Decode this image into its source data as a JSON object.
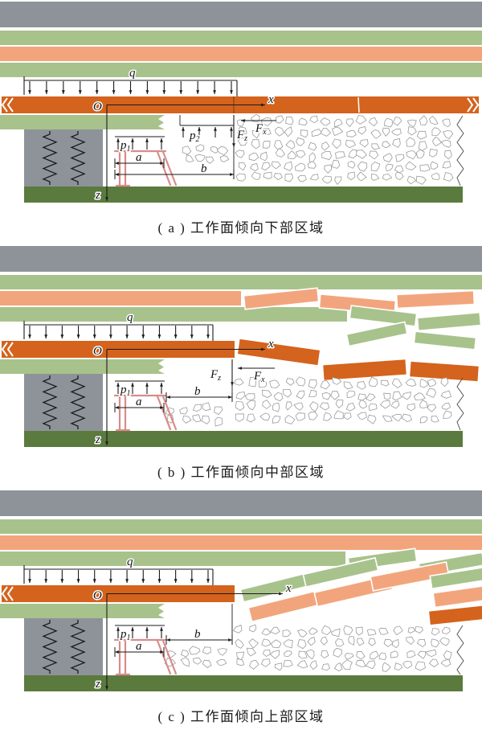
{
  "figure": {
    "type": "schematic-diagram",
    "panels": [
      {
        "key": "a",
        "caption": "( a ) 工作面倾向下部区域"
      },
      {
        "key": "b",
        "caption": "( b ) 工作面倾向中部区域"
      },
      {
        "key": "c",
        "caption": "( c ) 工作面倾向上部区域"
      }
    ],
    "labels": {
      "q": "q",
      "O": "O",
      "x": "x",
      "z": "z",
      "a": "a",
      "b": "b",
      "F": "F",
      "sub_x": "x",
      "sub_z": "z",
      "p": "p",
      "sub_1": "1",
      "sub_2": "2"
    },
    "colors": {
      "gray": "#8d9399",
      "green": "#a8c28c",
      "salmon": "#f2a57c",
      "orange": "#d4631d",
      "dark_green": "#5b7a3d",
      "support_pink": "#d98c8a",
      "stone_outline": "#9a9a9a",
      "ink": "#1a1a1a"
    }
  }
}
